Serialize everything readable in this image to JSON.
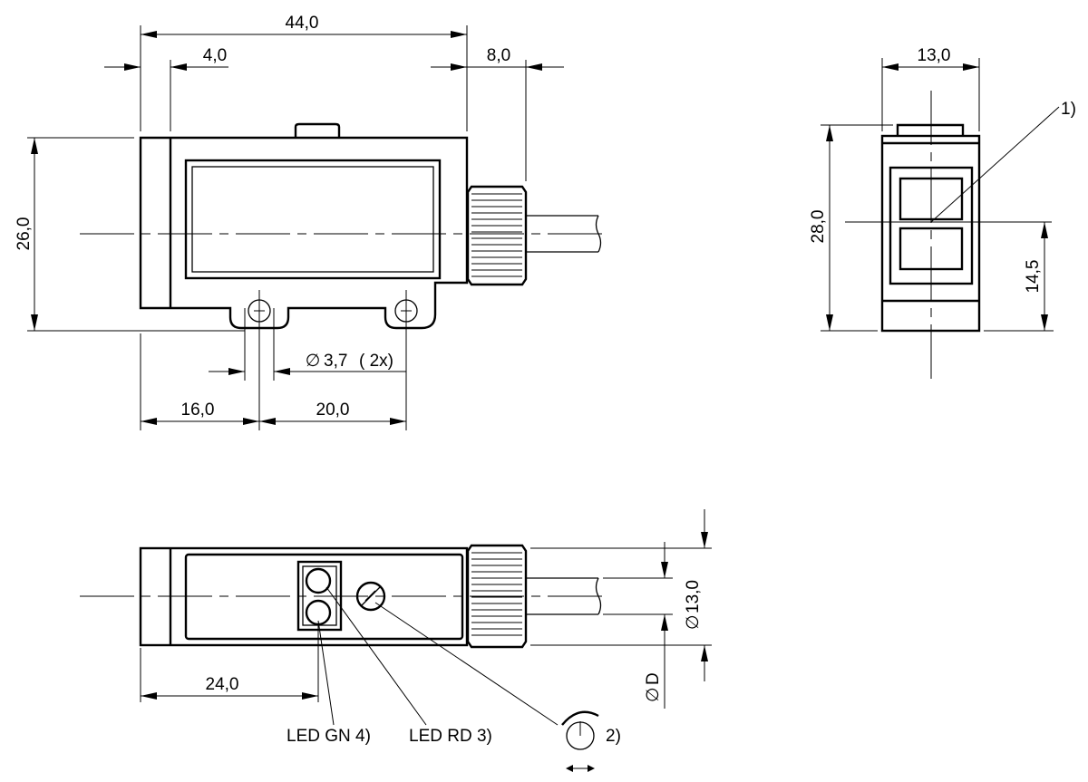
{
  "dimensions": {
    "overall_length": "44,0",
    "left_offset": "4,0",
    "connector_length": "8,0",
    "height": "26,0",
    "hole_diameter": "3,7",
    "hole_count": "( 2x)",
    "hole_offset": "16,0",
    "hole_spacing": "20,0",
    "side_width": "13,0",
    "side_height": "28,0",
    "optical_axis_height": "14,5",
    "led_offset": "24,0",
    "connector_diameter": "13,0",
    "cable_diameter": "D"
  },
  "callouts": {
    "optical_axis": "1)",
    "led_green": "LED GN 4)",
    "led_red": "LED RD 3)",
    "potentiometer": "2)"
  },
  "symbols": {
    "diameter": "∅"
  }
}
